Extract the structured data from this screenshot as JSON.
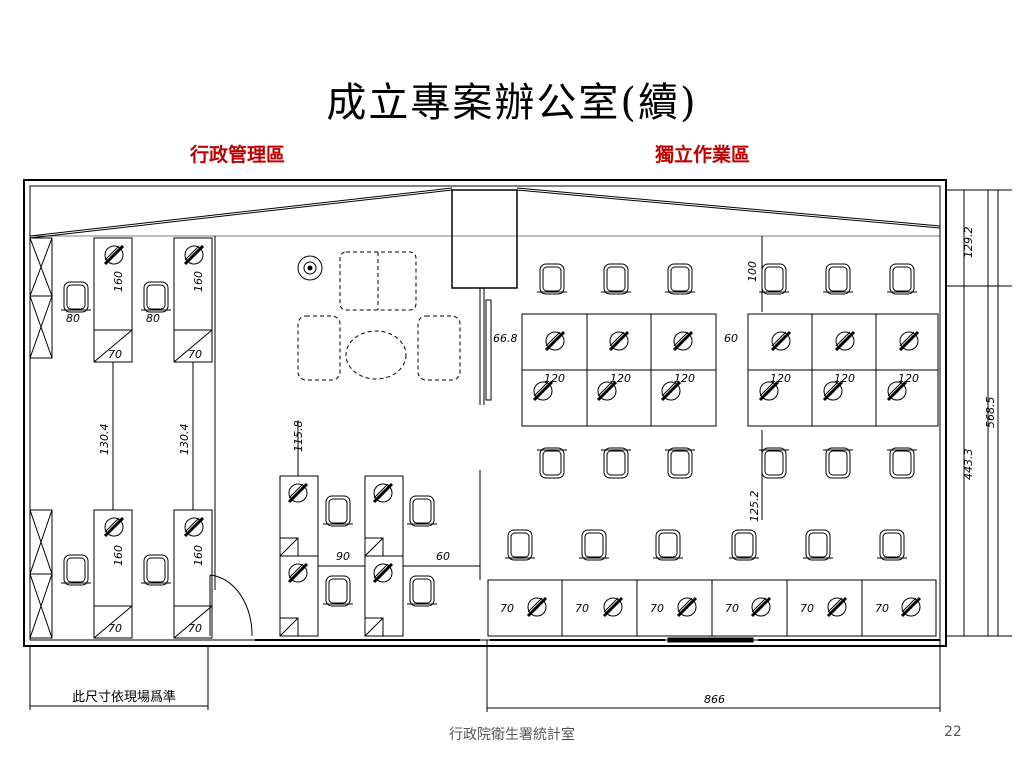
{
  "title": "成立專案辦公室(續)",
  "zones": {
    "admin": "行政管理區",
    "independent": "獨立作業區"
  },
  "dimensions": {
    "d1": "129.2",
    "d2": "568.5",
    "d3": "443.3",
    "d4": "66.8",
    "d5": "60",
    "d6": "100",
    "d7": "115.8",
    "d8": "130.4",
    "d9": "130.4",
    "d10": "90",
    "d11": "60",
    "d12": "125.2",
    "d13": "866",
    "desk_80": "80",
    "desk_160": "160",
    "desk_70": "70",
    "desk_120": "120"
  },
  "note": "此尺寸依現場爲準",
  "footer": "行政院衛生署統計室",
  "page_number": "22"
}
